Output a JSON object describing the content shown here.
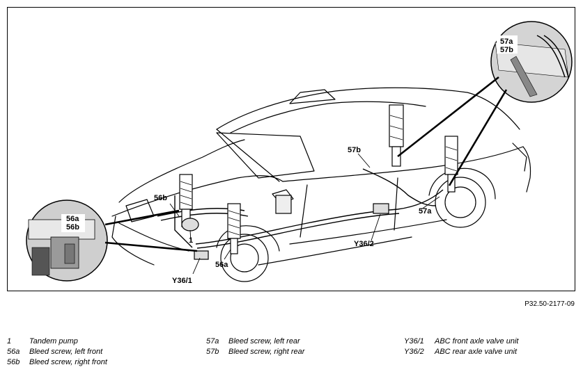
{
  "diagram": {
    "callouts": {
      "c56a56b_top": "56a",
      "c56a56b_bottom": "56b",
      "c56b": "56b",
      "c1": "1",
      "c56a": "56a",
      "cY36_1": "Y36/1",
      "c57b": "57b",
      "cY36_2": "Y36/2",
      "c57a": "57a",
      "c57a57b_top": "57a",
      "c57a57b_bottom": "57b"
    }
  },
  "reference_code": "P32.50-2177-09",
  "legend": {
    "col1": [
      {
        "key": "1",
        "text": "Tandem pump"
      },
      {
        "key": "56a",
        "text": "Bleed screw, left front"
      },
      {
        "key": "56b",
        "text": "Bleed screw, right front"
      }
    ],
    "col2": [
      {
        "key": "57a",
        "text": "Bleed screw, left rear"
      },
      {
        "key": "57b",
        "text": "Bleed screw, right rear"
      }
    ],
    "col3": [
      {
        "key": "Y36/1",
        "text": "ABC front axle valve unit"
      },
      {
        "key": "Y36/2",
        "text": "ABC rear axle valve unit"
      }
    ]
  }
}
